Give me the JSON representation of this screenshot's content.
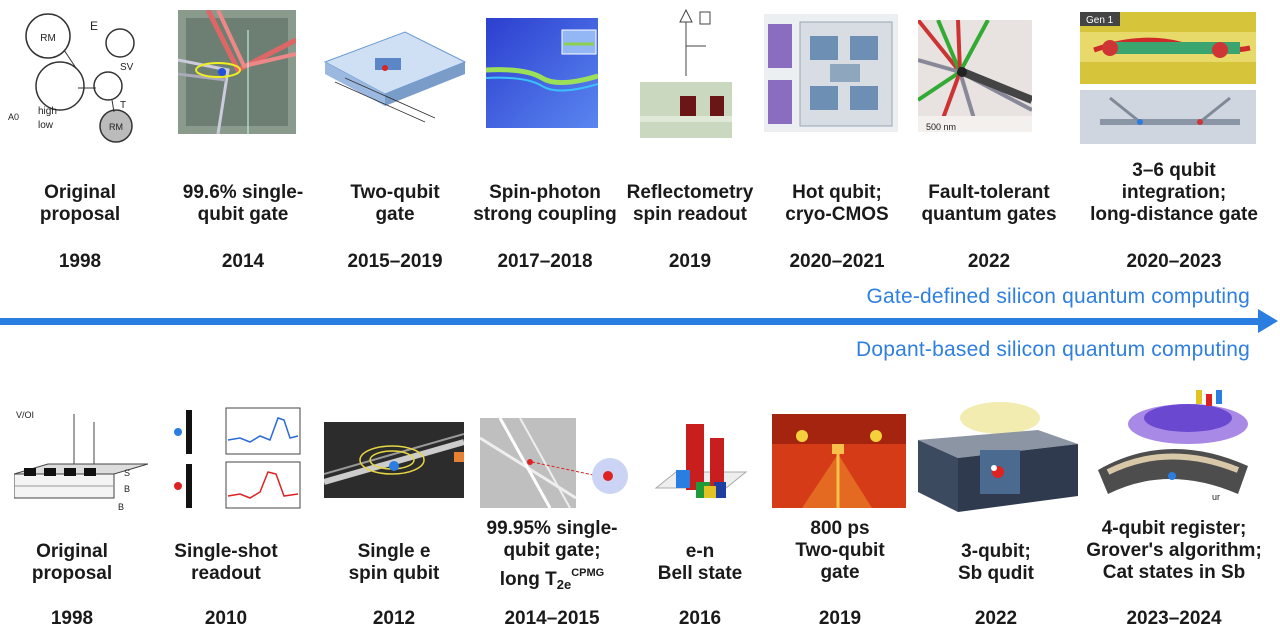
{
  "gate_track": {
    "title": "Gate-defined silicon quantum computing",
    "milestones": [
      {
        "lines": [
          "Original",
          "proposal"
        ],
        "year": "1998"
      },
      {
        "lines": [
          "99.6% single-",
          "qubit gate"
        ],
        "year": "2014"
      },
      {
        "lines": [
          "Two-qubit",
          "gate"
        ],
        "year": "2015–2019"
      },
      {
        "lines": [
          "Spin-photon",
          "strong coupling"
        ],
        "year": "2017–2018"
      },
      {
        "lines": [
          "Reflectometry",
          "spin readout"
        ],
        "year": "2019"
      },
      {
        "lines": [
          "Hot qubit;",
          "cryo-CMOS"
        ],
        "year": "2020–2021"
      },
      {
        "lines": [
          "Fault-tolerant",
          "quantum gates"
        ],
        "year": "2022"
      },
      {
        "lines": [
          "3–6 qubit",
          "integration;",
          "long-distance gate"
        ],
        "year": "2020–2023"
      }
    ]
  },
  "dopant_track": {
    "title": "Dopant-based silicon quantum computing",
    "milestones": [
      {
        "lines": [
          "Original",
          "proposal"
        ],
        "year": "1998"
      },
      {
        "lines": [
          "Single-shot",
          "readout"
        ],
        "year": "2010"
      },
      {
        "lines": [
          "Single e",
          "spin qubit"
        ],
        "year": "2012"
      },
      {
        "lines": [
          "99.95% single-",
          "qubit gate;",
          "long T"
        ],
        "subscript": "2e",
        "superscript": "CPMG",
        "year": "2014–2015"
      },
      {
        "lines": [
          "e-n",
          "Bell state"
        ],
        "year": "2016"
      },
      {
        "lines": [
          "800 ps",
          "Two-qubit",
          "gate"
        ],
        "year": "2019"
      },
      {
        "lines": [
          "3-qubit;",
          "Sb qudit"
        ],
        "year": "2022"
      },
      {
        "lines": [
          "4-qubit register;",
          "Grover's algorithm;",
          "Cat states in Sb"
        ],
        "year": "2023–2024"
      }
    ]
  },
  "inset_labels": {
    "gate_sketch_labels": [
      "RM",
      "E",
      "SV",
      "T",
      "high",
      "low",
      "RM",
      "A0"
    ],
    "scale_500nm": "500 nm",
    "gen1": "Gen 1",
    "dopant_sketch_labels": [
      "V/OI",
      "B",
      "S",
      "B"
    ],
    "pulse_labels": [
      "ur"
    ]
  },
  "colors": {
    "accent_blue": "#2a7de1",
    "label_blue": "#2f7fe0"
  }
}
